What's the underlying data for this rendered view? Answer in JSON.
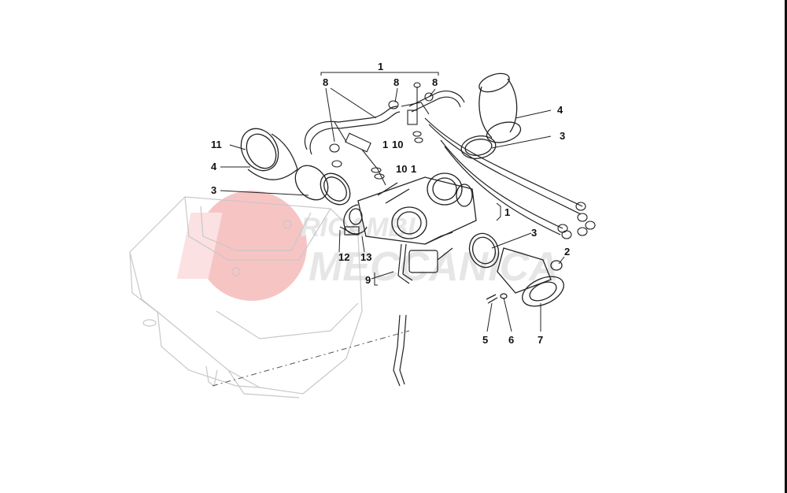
{
  "watermark": {
    "line1": "RICAMBI",
    "line2": "MECCANICA",
    "logo_color": "#f5b5b5",
    "text_color": "#e6e6e6"
  },
  "callouts": [
    {
      "id": "c1_top",
      "text": "1"
    },
    {
      "id": "c8_a",
      "text": "8"
    },
    {
      "id": "c8_b",
      "text": "8"
    },
    {
      "id": "c8_c",
      "text": "8"
    },
    {
      "id": "c4_right",
      "text": "4"
    },
    {
      "id": "c3_right",
      "text": "3"
    },
    {
      "id": "c11",
      "text": "11"
    },
    {
      "id": "c4_left",
      "text": "4"
    },
    {
      "id": "c3_left",
      "text": "3"
    },
    {
      "id": "c1_mid",
      "text": "1"
    },
    {
      "id": "c10_a",
      "text": "10"
    },
    {
      "id": "c10_b",
      "text": "10"
    },
    {
      "id": "c1_b",
      "text": "1"
    },
    {
      "id": "c1_right",
      "text": "1"
    },
    {
      "id": "c3_lower",
      "text": "3"
    },
    {
      "id": "c2",
      "text": "2"
    },
    {
      "id": "c12",
      "text": "12"
    },
    {
      "id": "c13",
      "text": "13"
    },
    {
      "id": "c9",
      "text": "9"
    },
    {
      "id": "c5",
      "text": "5"
    },
    {
      "id": "c6",
      "text": "6"
    },
    {
      "id": "c7",
      "text": "7"
    }
  ]
}
